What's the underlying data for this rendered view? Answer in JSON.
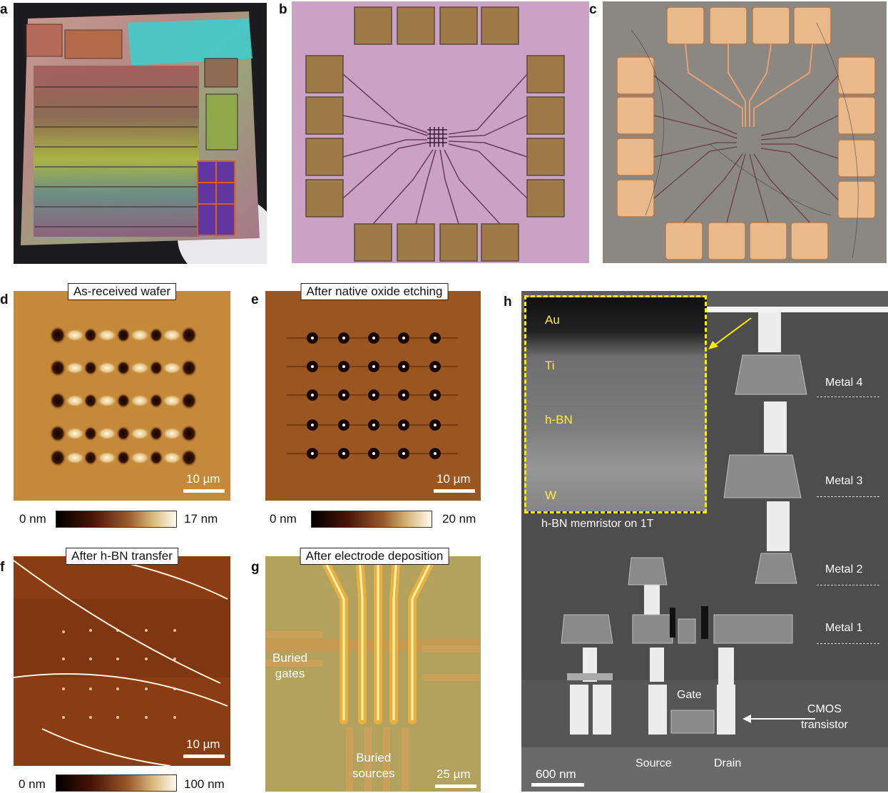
{
  "panels": {
    "a": {
      "label": "a"
    },
    "b": {
      "label": "b"
    },
    "c": {
      "label": "c"
    },
    "d": {
      "label": "d",
      "title": "As-received wafer",
      "scale": "10 µm",
      "cb_min": "0 nm",
      "cb_max": "17 nm"
    },
    "e": {
      "label": "e",
      "title": "After native oxide etching",
      "scale": "10 µm",
      "cb_min": "0 nm",
      "cb_max": "20 nm"
    },
    "f": {
      "label": "f",
      "title": "After h-BN transfer",
      "scale": "10 µm",
      "cb_min": "0 nm",
      "cb_max": "100 nm"
    },
    "g": {
      "label": "g",
      "title": "After electrode deposition",
      "scale": "25 µm",
      "buried_gates": "Buried\ngates",
      "buried_sources": "Buried\nsources"
    },
    "h": {
      "label": "h",
      "inset_layers": [
        "Au",
        "Ti",
        "h-BN",
        "W"
      ],
      "inset_caption": "h-BN memristor on 1T",
      "metals": [
        "Metal 4",
        "Metal 3",
        "Metal 2",
        "Metal 1"
      ],
      "gate": "Gate",
      "cmos": "CMOS\ntransistor",
      "source": "Source",
      "drain": "Drain",
      "scale": "600 nm"
    }
  },
  "colors": {
    "inset_border": "#ffeb00",
    "afm_dark": "#1a0804",
    "afm_light": "#fff6d8"
  }
}
